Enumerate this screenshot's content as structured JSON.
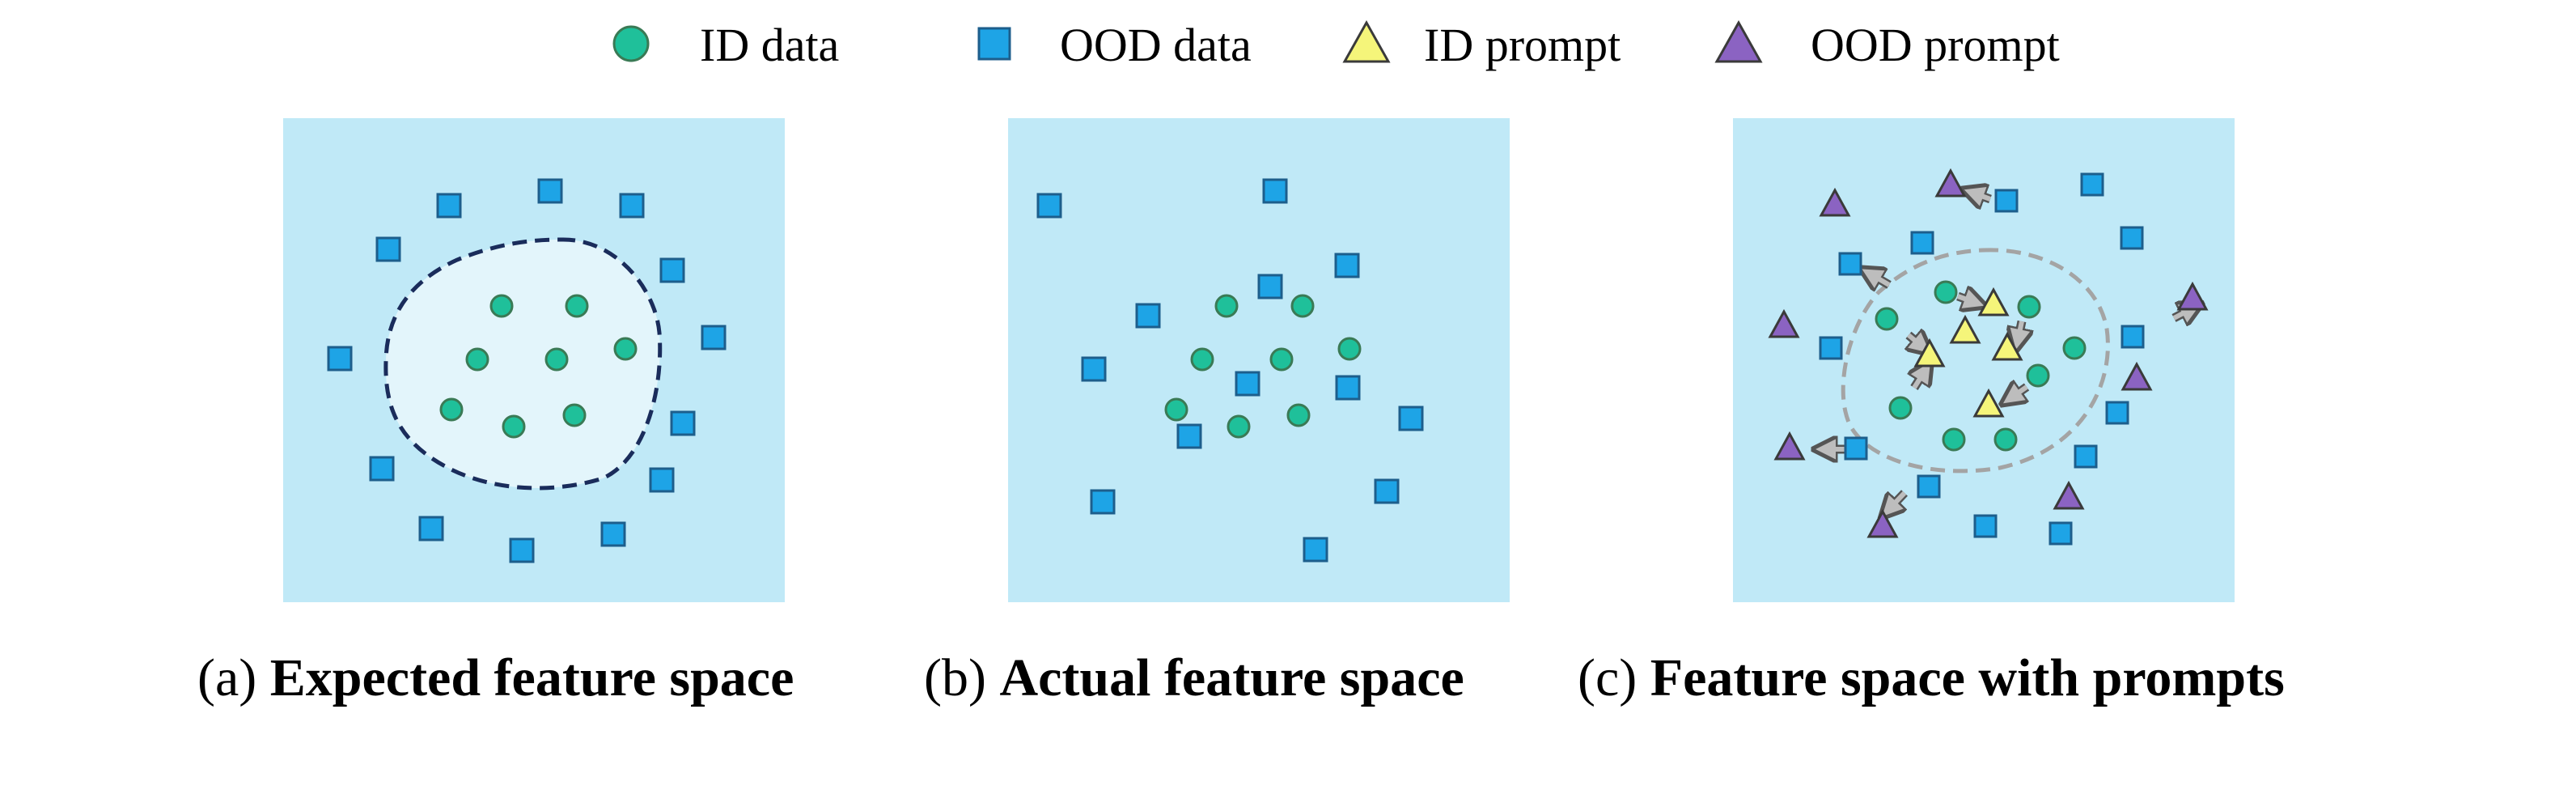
{
  "legend": {
    "id_data": "ID data",
    "ood_data": "OOD data",
    "id_prompt": "ID prompt",
    "ood_prompt": "OOD prompt"
  },
  "colors": {
    "panel_bg": "#c0e9f7",
    "expected_region_fill": "#e3f5fb",
    "expected_boundary": "#1a2c5b",
    "prompt_boundary": "#a4a4a4",
    "id_data": "#1fc09a",
    "ood_data": "#1ea4e6",
    "id_prompt": "#f5f57a",
    "ood_prompt": "#8b63c2",
    "arrow": "#bdbdbd"
  },
  "panels": [
    {
      "label_prefix": "(a)",
      "label_title": "Expected feature space"
    },
    {
      "label_prefix": "(b)",
      "label_title": "Actual feature space"
    },
    {
      "label_prefix": "(c)",
      "label_title": "Feature space with prompts"
    }
  ]
}
